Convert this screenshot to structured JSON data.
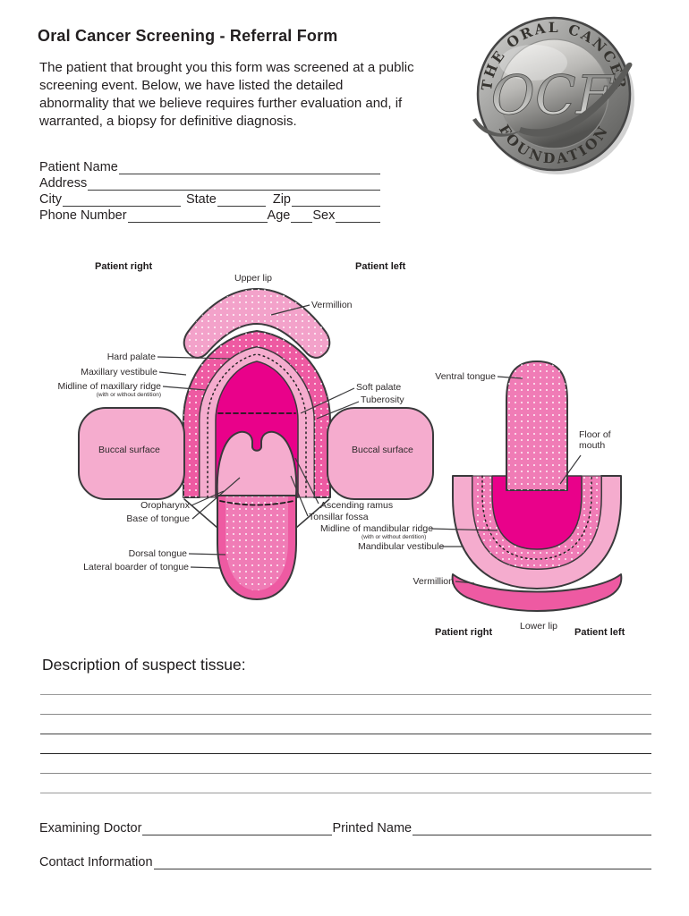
{
  "header": {
    "title": "Oral Cancer Screening - Referral Form",
    "intro": "The patient that brought you this form was screened at a public screening event. Below, we have listed the detailed abnormality that we believe requires further evaluation and, if warranted, a biopsy for definitive diagnosis."
  },
  "logo": {
    "arc_top": "THE ORAL CANCER",
    "arc_bottom": "FOUNDATION",
    "monogram": "OCF"
  },
  "patient_fields": {
    "name_label": "Patient Name",
    "address_label": "Address",
    "city_label": "City",
    "state_label": "State",
    "zip_label": "Zip",
    "phone_label": "Phone Number",
    "age_label": "Age",
    "sex_label": "Sex"
  },
  "diagram": {
    "patient_right_top": "Patient right",
    "patient_left_top": "Patient left",
    "upper_lip": "Upper lip",
    "vermillion_top": "Vermillion",
    "hard_palate": "Hard palate",
    "maxillary_vestibule": "Maxillary vestibule",
    "midline_maxillary_ridge": "Midline of maxillary ridge",
    "dentition_note": "(with or without dentition)",
    "buccal_surface_left": "Buccal surface",
    "buccal_surface_right": "Buccal surface",
    "soft_palate": "Soft palate",
    "tuberosity": "Tuberosity",
    "oropharynx": "Oropharynx",
    "base_of_tongue": "Base of tongue",
    "ascending_ramus": "Ascending ramus",
    "tonsillar_fossa": "Tonsillar fossa",
    "midline_mandibular_ridge": "Midline of mandibular ridge",
    "mandibular_vestibule": "Mandibular vestibule",
    "dorsal_tongue": "Dorsal tongue",
    "lateral_boarder_of_tongue": "Lateral boarder of tongue",
    "ventral_tongue": "Ventral tongue",
    "floor_of_mouth_line1": "Floor of",
    "floor_of_mouth_line2": "mouth",
    "vermillion_bottom": "Vermillion",
    "lower_lip": "Lower lip",
    "patient_right_bottom": "Patient right",
    "patient_left_bottom": "Patient left",
    "colors": {
      "light_pink": "#F5ACCE",
      "mid_pink": "#F07CB6",
      "hot_pink": "#EE5AA2",
      "magenta": "#E9018A",
      "outline": "#3A3A3C"
    }
  },
  "description": {
    "heading": "Description of suspect tissue:"
  },
  "footer": {
    "examining_doctor_label": "Examining Doctor",
    "printed_name_label": "Printed Name",
    "contact_label": "Contact Information"
  }
}
